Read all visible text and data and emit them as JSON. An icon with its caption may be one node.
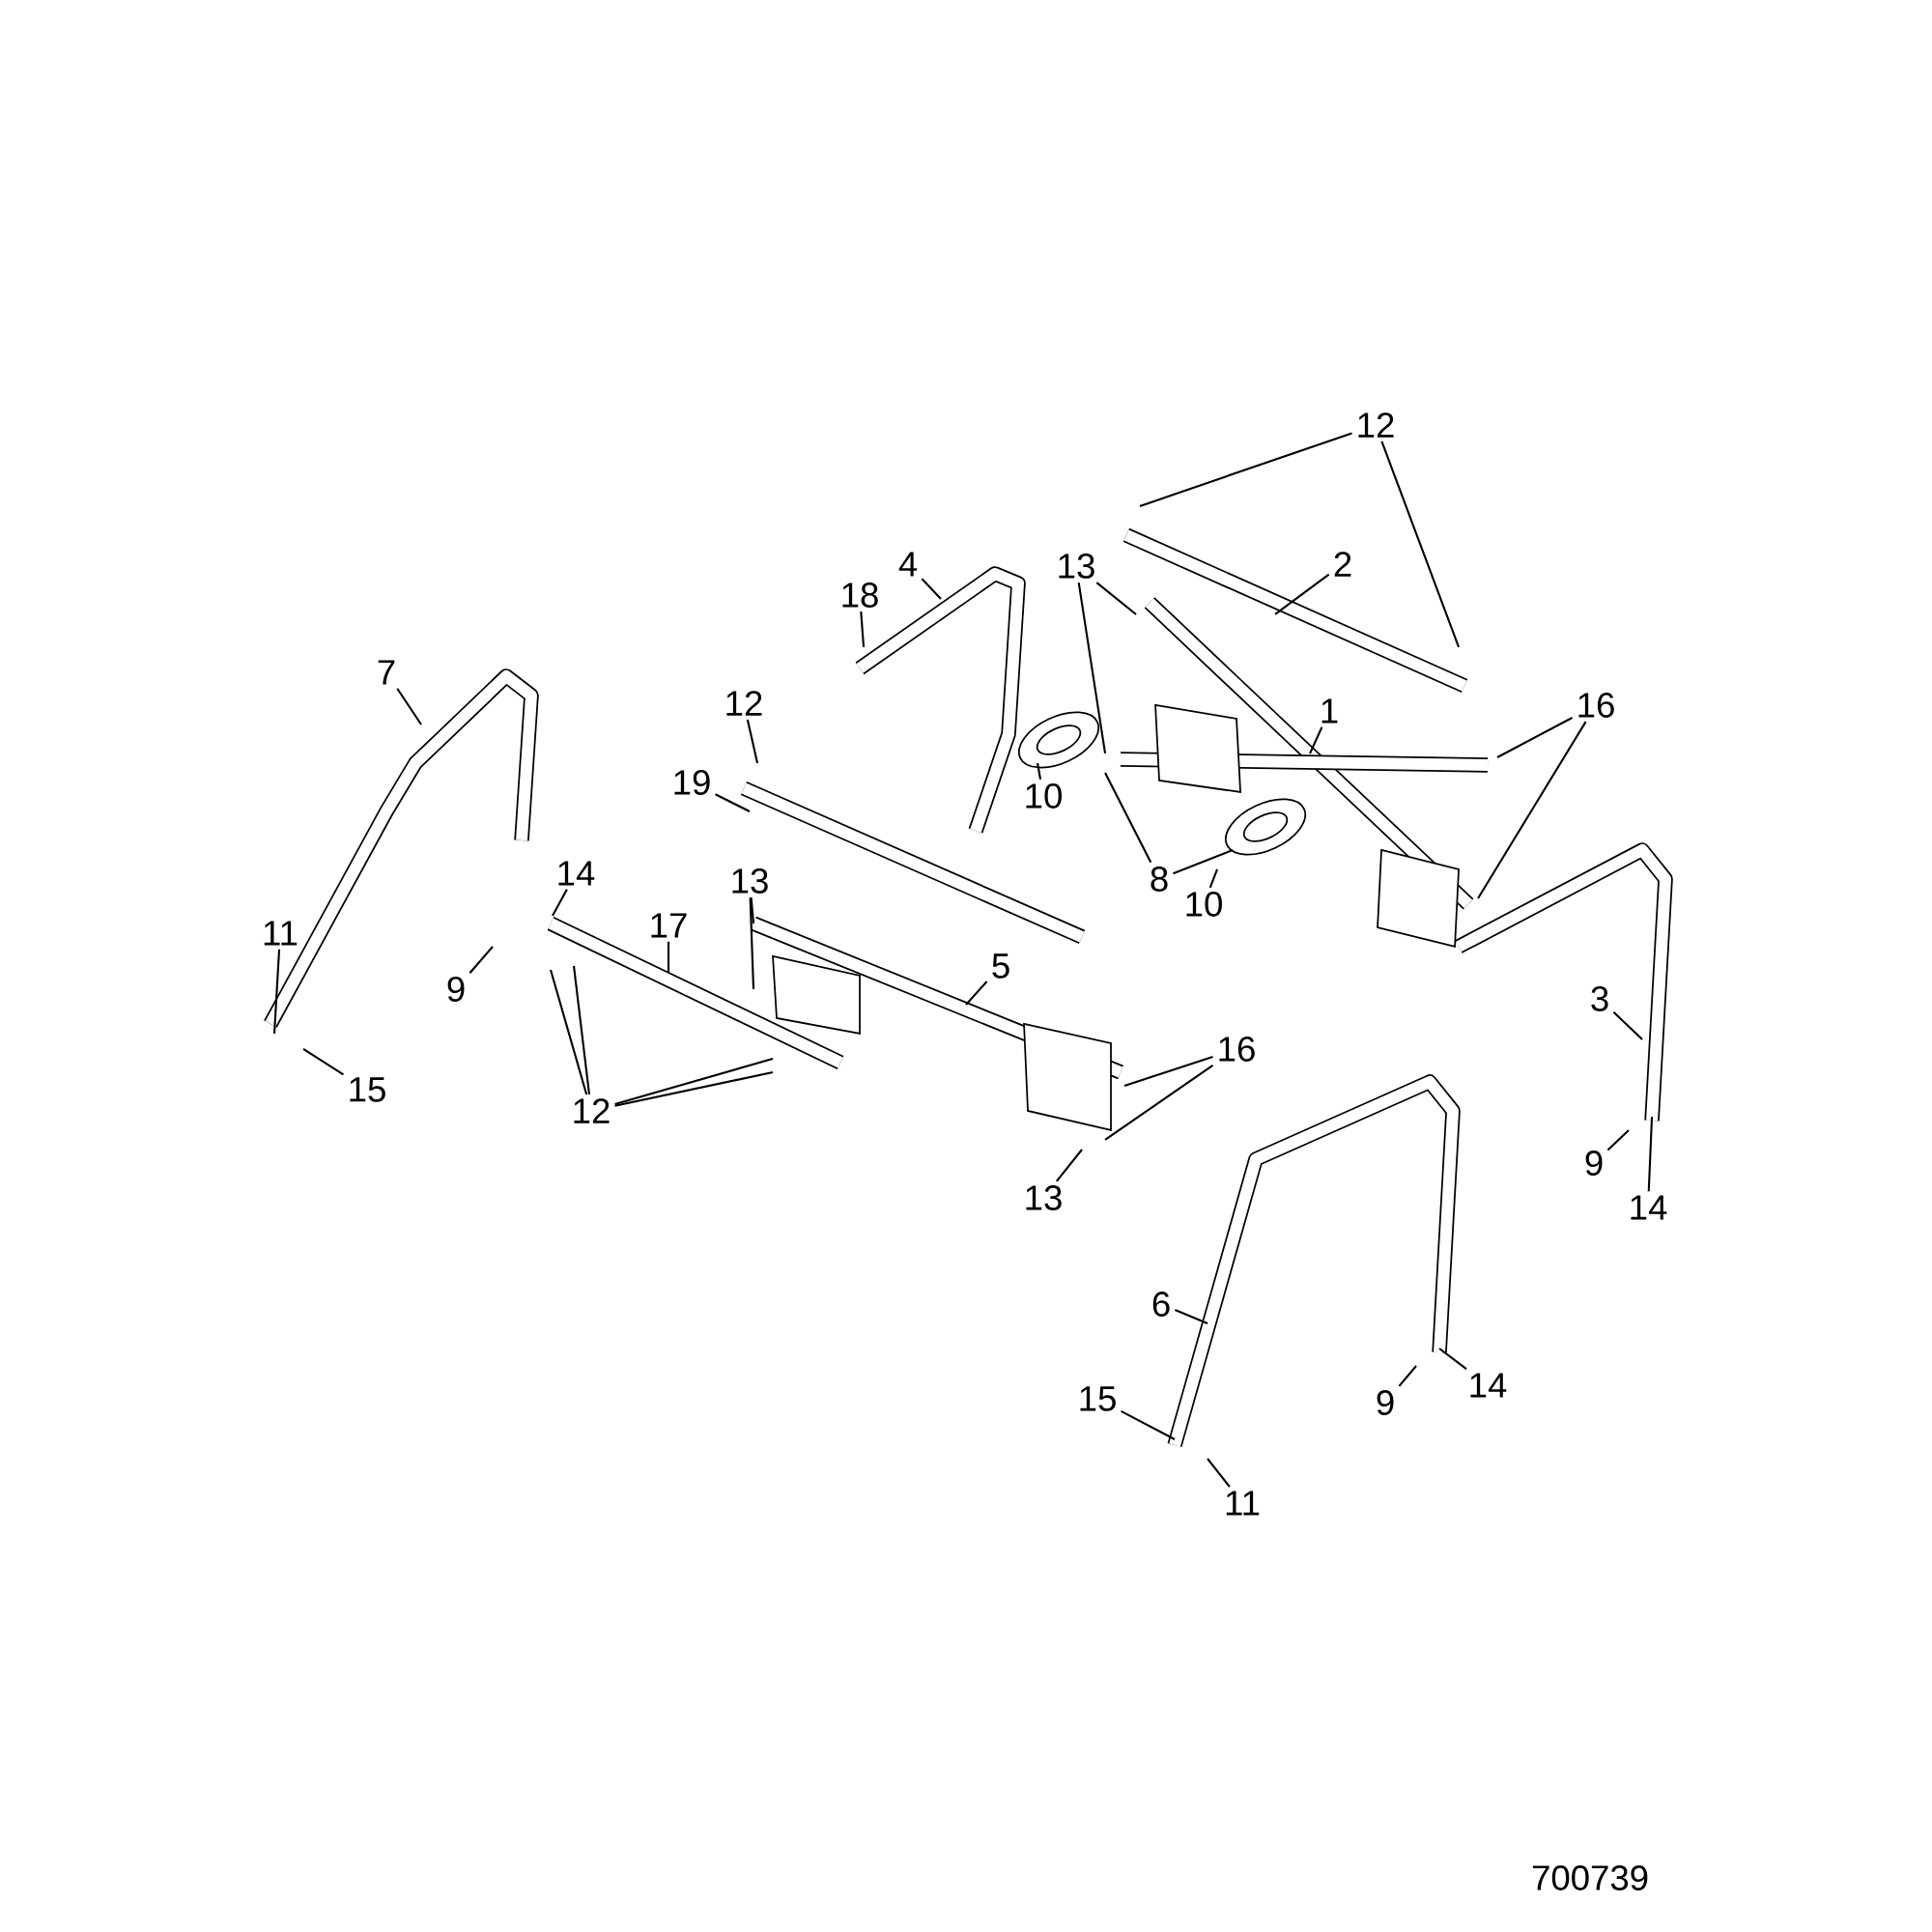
{
  "diagram": {
    "nodes": [
      {
        "text": [
          "12"
        ]
      },
      {
        "text": [
          "2"
        ]
      },
      {
        "text": [
          "4"
        ]
      },
      {
        "text": [
          "13"
        ]
      },
      {
        "text": [
          "18"
        ]
      },
      {
        "text": [
          "16"
        ]
      },
      {
        "text": [
          "1"
        ]
      },
      {
        "text": [
          "7"
        ]
      },
      {
        "text": [
          "12"
        ]
      },
      {
        "text": [
          "19"
        ]
      },
      {
        "text": [
          "10"
        ]
      },
      {
        "text": [
          "8"
        ]
      },
      {
        "text": [
          "10"
        ]
      },
      {
        "text": [
          "14"
        ]
      },
      {
        "text": [
          "13"
        ]
      },
      {
        "text": [
          "17"
        ]
      },
      {
        "text": [
          "11"
        ]
      },
      {
        "text": [
          "9"
        ]
      },
      {
        "text": [
          "5"
        ]
      },
      {
        "text": [
          "16"
        ]
      },
      {
        "text": [
          "3"
        ]
      },
      {
        "text": [
          "15"
        ]
      },
      {
        "text": [
          "12"
        ]
      },
      {
        "text": [
          "13"
        ]
      },
      {
        "text": [
          "9"
        ]
      },
      {
        "text": [
          "14"
        ]
      },
      {
        "text": [
          "6"
        ]
      },
      {
        "text": [
          "9"
        ]
      },
      {
        "text": [
          "14"
        ]
      },
      {
        "text": [
          "15"
        ]
      },
      {
        "text": [
          "11"
        ]
      }
    ],
    "edges": [
      {
        "from": 0,
        "to": null,
        "arrow": "none"
      },
      {
        "from": 0,
        "to": null,
        "arrow": "none"
      },
      {
        "from": 1,
        "to": null,
        "arrow": "none"
      },
      {
        "from": 2,
        "to": null,
        "arrow": "none"
      },
      {
        "from": 3,
        "to": null,
        "arrow": "none"
      },
      {
        "from": 3,
        "to": null,
        "arrow": "none"
      },
      {
        "from": 4,
        "to": null,
        "arrow": "none"
      },
      {
        "from": 5,
        "to": null,
        "arrow": "none"
      },
      {
        "from": 5,
        "to": null,
        "arrow": "none"
      },
      {
        "from": 6,
        "to": null,
        "arrow": "none"
      },
      {
        "from": 7,
        "to": null,
        "arrow": "none"
      },
      {
        "from": 8,
        "to": null,
        "arrow": "none"
      },
      {
        "from": 9,
        "to": null,
        "arrow": "none"
      },
      {
        "from": 10,
        "to": null,
        "arrow": "none"
      },
      {
        "from": 11,
        "to": null,
        "arrow": "none"
      },
      {
        "from": 11,
        "to": null,
        "arrow": "none"
      },
      {
        "from": 12,
        "to": null,
        "arrow": "none"
      },
      {
        "from": 13,
        "to": null,
        "arrow": "none"
      },
      {
        "from": 14,
        "to": null,
        "arrow": "none"
      },
      {
        "from": 14,
        "to": null,
        "arrow": "none"
      },
      {
        "from": 15,
        "to": null,
        "arrow": "none"
      },
      {
        "from": 16,
        "to": null,
        "arrow": "none"
      },
      {
        "from": 17,
        "to": null,
        "arrow": "none"
      },
      {
        "from": 18,
        "to": null,
        "arrow": "none"
      },
      {
        "from": 19,
        "to": null,
        "arrow": "none"
      },
      {
        "from": 19,
        "to": null,
        "arrow": "none"
      },
      {
        "from": 20,
        "to": null,
        "arrow": "none"
      },
      {
        "from": 21,
        "to": null,
        "arrow": "none"
      },
      {
        "from": 22,
        "to": null,
        "arrow": "none"
      },
      {
        "from": 22,
        "to": null,
        "arrow": "none"
      },
      {
        "from": 22,
        "to": null,
        "arrow": "none"
      },
      {
        "from": 22,
        "to": null,
        "arrow": "none"
      },
      {
        "from": 23,
        "to": null,
        "arrow": "none"
      },
      {
        "from": 24,
        "to": null,
        "arrow": "none"
      },
      {
        "from": 25,
        "to": null,
        "arrow": "none"
      },
      {
        "from": 26,
        "to": null,
        "arrow": "none"
      },
      {
        "from": 27,
        "to": null,
        "arrow": "none"
      },
      {
        "from": 28,
        "to": null,
        "arrow": "none"
      },
      {
        "from": 29,
        "to": null,
        "arrow": "none"
      },
      {
        "from": 30,
        "to": null,
        "arrow": "none"
      }
    ],
    "labels": [
      "700739"
    ]
  }
}
